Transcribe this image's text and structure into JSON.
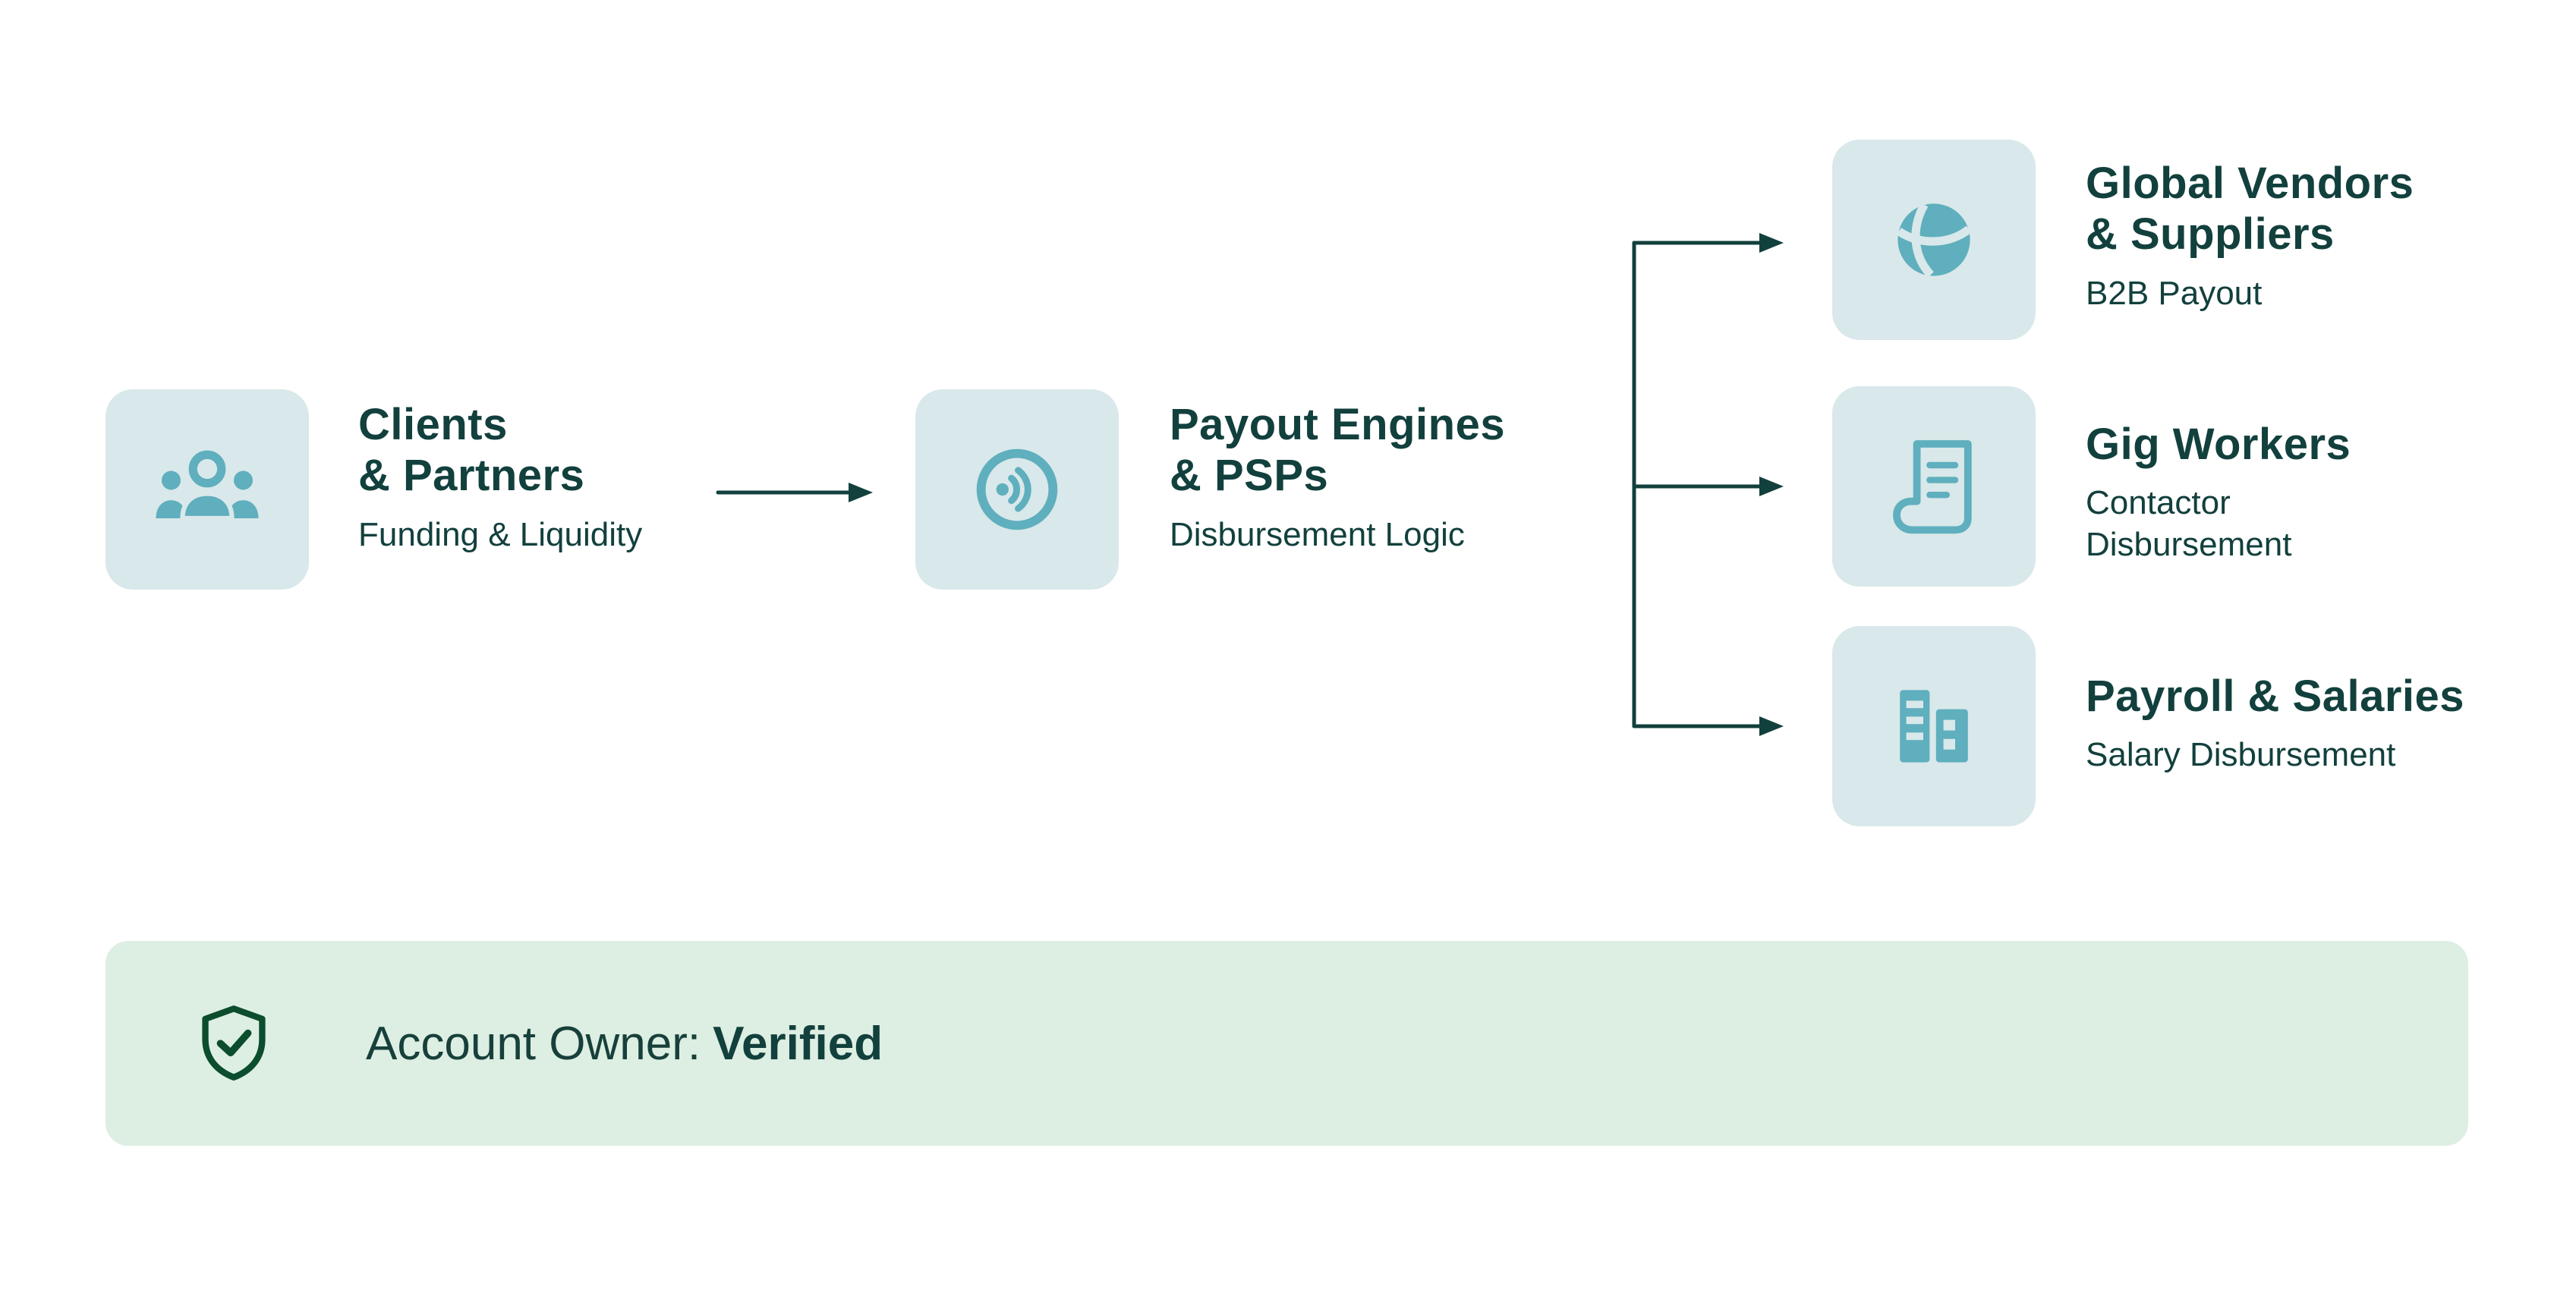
{
  "page": {
    "background": "#FFFFFF",
    "type": "payout-flow-diagram"
  },
  "colors": {
    "heading_text": "#12403D",
    "body_text": "#12403D",
    "tile_background": "#D9E8EA",
    "icon_teal": "#5FAFBE",
    "arrow": "#12403D",
    "banner_background": "#DDEEE3",
    "shield_green": "#0B4D2C"
  },
  "nodes": {
    "clients": {
      "icon": "people-group-icon",
      "title_line1": "Clients",
      "title_line2": "& Partners",
      "subtitle": "Funding & Liquidity"
    },
    "payout_engines": {
      "icon": "contactless-payment-icon",
      "title_line1": "Payout Engines",
      "title_line2": "& PSPs",
      "subtitle": "Disbursement Logic"
    },
    "global_vendors": {
      "icon": "globe-icon",
      "title_line1": "Global Vendors",
      "title_line2": "& Suppliers",
      "subtitle": "B2B Payout"
    },
    "gig_workers": {
      "icon": "invoice-scroll-icon",
      "title": "Gig Workers",
      "subtitle_line1": "Contactor",
      "subtitle_line2": "Disbursement"
    },
    "payroll": {
      "icon": "office-building-icon",
      "title": "Payroll & Salaries",
      "subtitle": "Salary Disbursement"
    }
  },
  "banner": {
    "icon": "shield-check-icon",
    "label": "Account Owner:",
    "status": "Verified"
  }
}
